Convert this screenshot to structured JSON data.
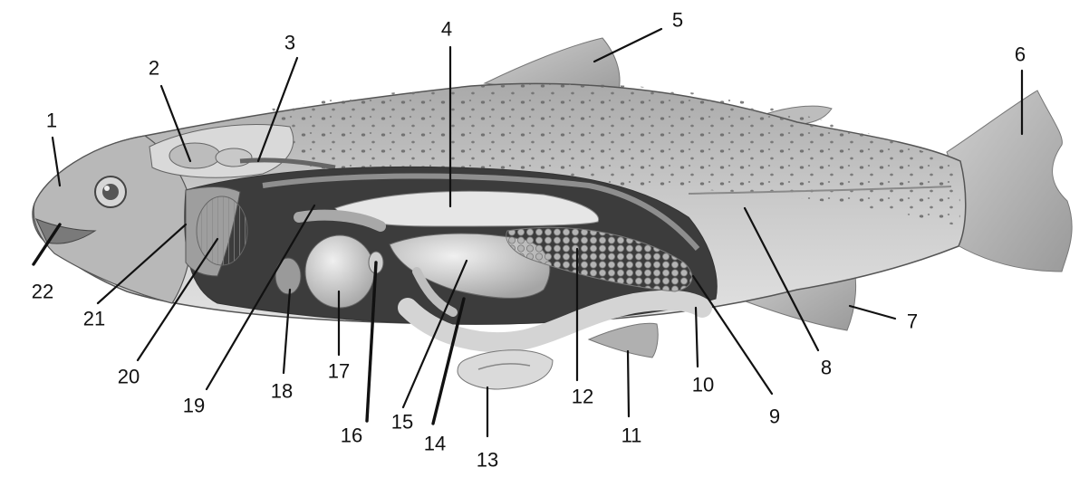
{
  "diagram": {
    "labels": [
      {
        "id": "1",
        "text": "1"
      },
      {
        "id": "2",
        "text": "2"
      },
      {
        "id": "3",
        "text": "3"
      },
      {
        "id": "4",
        "text": "4"
      },
      {
        "id": "5",
        "text": "5"
      },
      {
        "id": "6",
        "text": "6"
      },
      {
        "id": "7",
        "text": "7"
      },
      {
        "id": "8",
        "text": "8"
      },
      {
        "id": "9",
        "text": "9"
      },
      {
        "id": "10",
        "text": "10"
      },
      {
        "id": "11",
        "text": "11"
      },
      {
        "id": "12",
        "text": "12"
      },
      {
        "id": "13",
        "text": "13"
      },
      {
        "id": "14",
        "text": "14"
      },
      {
        "id": "15",
        "text": "15"
      },
      {
        "id": "16",
        "text": "16"
      },
      {
        "id": "17",
        "text": "17"
      },
      {
        "id": "18",
        "text": "18"
      },
      {
        "id": "19",
        "text": "19"
      },
      {
        "id": "20",
        "text": "20"
      },
      {
        "id": "21",
        "text": "21"
      },
      {
        "id": "22",
        "text": "22"
      }
    ],
    "colors": {
      "body": "#c4c4c4",
      "spots": "#6a6a6a",
      "cavity": "#3a3a3a",
      "organ_light": "#dedede",
      "organ_mid": "#a8a8a8",
      "ovary": "#9a9a9a",
      "ink": "#111111"
    }
  }
}
